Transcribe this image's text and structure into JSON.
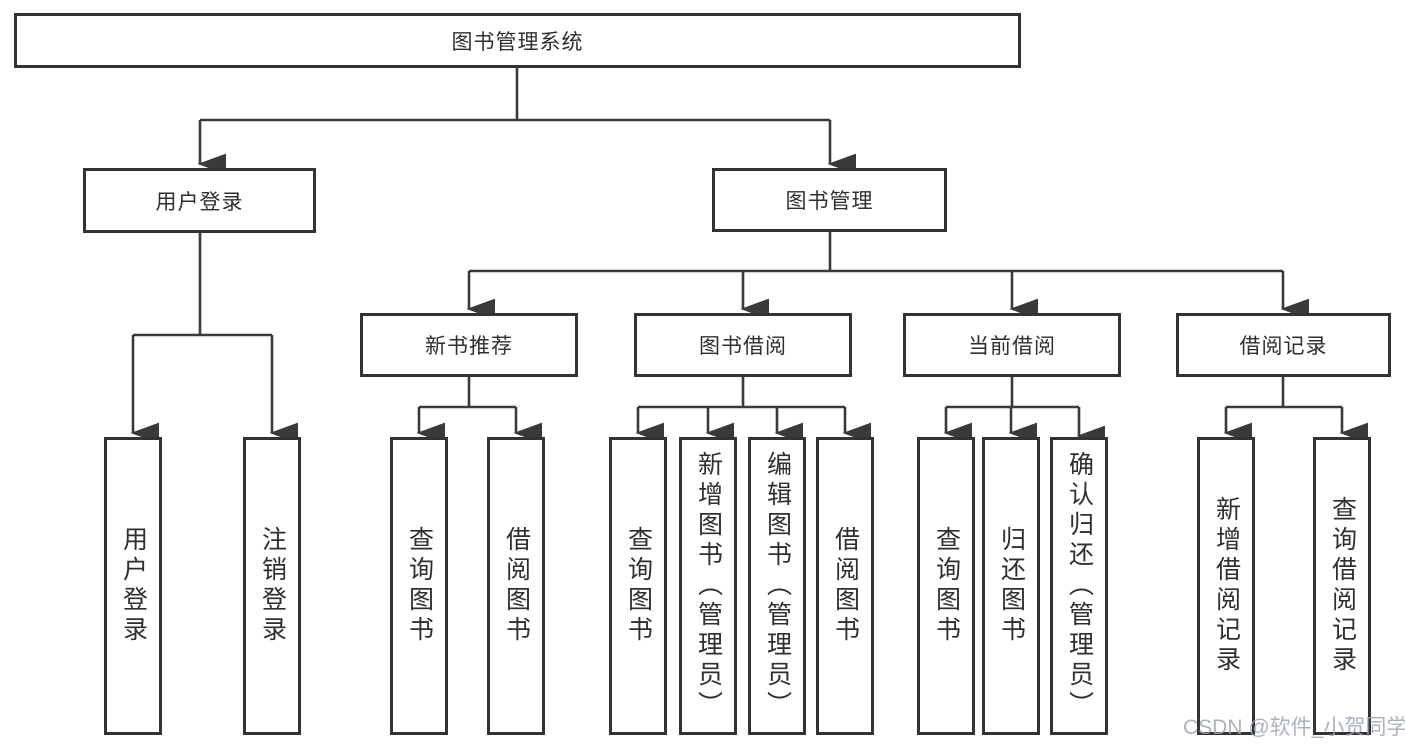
{
  "diagram": {
    "root": {
      "label": "图书管理系统"
    },
    "branches": [
      {
        "label": "用户登录",
        "children": [
          {
            "label": "用户登录"
          },
          {
            "label": "注销登录"
          }
        ]
      },
      {
        "label": "图书管理",
        "children": [
          {
            "label": "新书推荐",
            "children": [
              {
                "label": "查询图书"
              },
              {
                "label": "借阅图书"
              }
            ]
          },
          {
            "label": "图书借阅",
            "children": [
              {
                "label": "查询图书"
              },
              {
                "label": "新增图书（管理员）"
              },
              {
                "label": "编辑图书（管理员）"
              },
              {
                "label": "借阅图书"
              }
            ]
          },
          {
            "label": "当前借阅",
            "children": [
              {
                "label": "查询图书"
              },
              {
                "label": "归还图书"
              },
              {
                "label": "确认归还（管理员）"
              }
            ]
          },
          {
            "label": "借阅记录",
            "children": [
              {
                "label": "新增借阅记录"
              },
              {
                "label": "查询借阅记录"
              }
            ]
          }
        ]
      }
    ],
    "style": {
      "line_color": "#3a3a3a",
      "box_border_color": "#333333",
      "text_color": "#2f2f2f",
      "background_color": "#ffffff",
      "watermark_color": "#9ea5b2"
    }
  },
  "watermark": {
    "text": "CSDN @软件_小贺同学"
  }
}
